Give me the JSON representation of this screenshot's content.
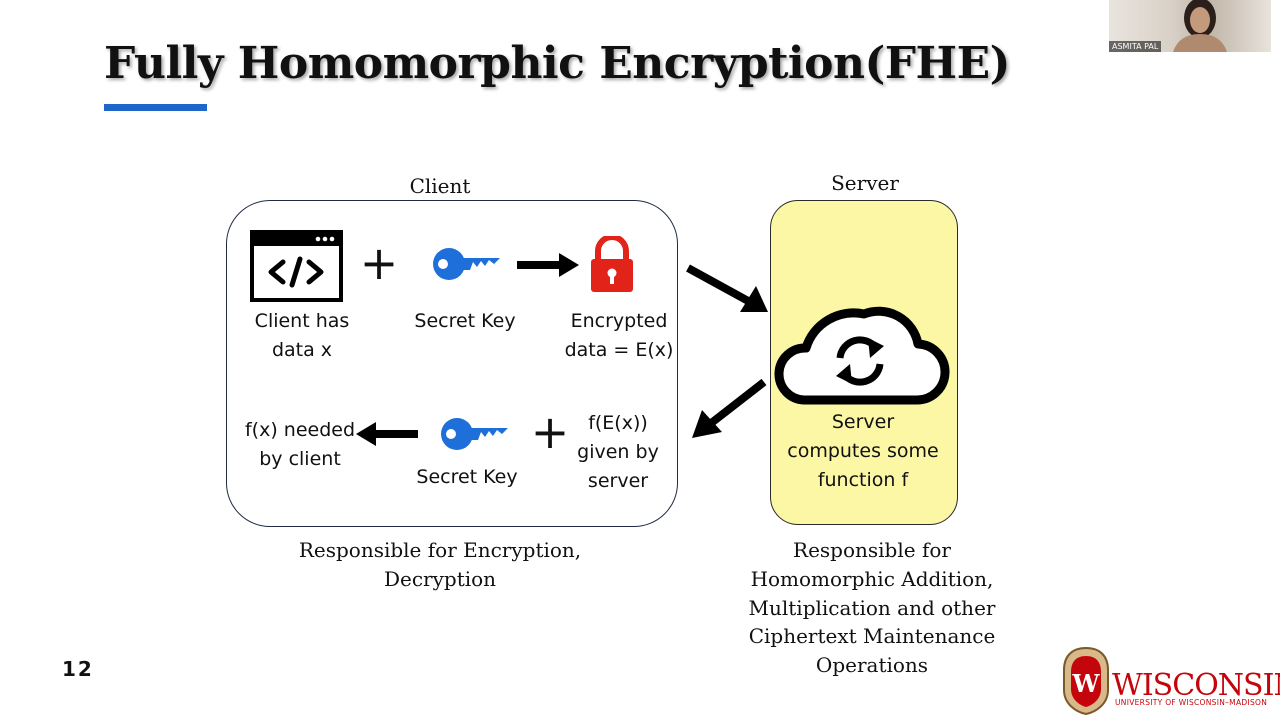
{
  "slide": {
    "title": "Fully Homomorphic Encryption(FHE)",
    "page_number": "12"
  },
  "client": {
    "label": "Client",
    "data_line1": "Client has",
    "data_line2": "data x",
    "secret_key_top": "Secret Key",
    "encrypted_line1": "Encrypted",
    "encrypted_line2": "data = E(x)",
    "result_line1": "f(x) needed",
    "result_line2": "by client",
    "secret_key_bottom": "Secret Key",
    "fex_line1": "f(E(x))",
    "fex_line2": "given by",
    "fex_line3": "server",
    "resp_line1": "Responsible for Encryption,",
    "resp_line2": "Decryption",
    "plus_top": "+",
    "plus_bottom": "+"
  },
  "server": {
    "label": "Server",
    "compute_line1": "Server",
    "compute_line2": "computes some",
    "compute_line3": "function f",
    "resp_line1": "Responsible for",
    "resp_line2": "Homomorphic Addition,",
    "resp_line3": "Multiplication and other",
    "resp_line4": "Ciphertext Maintenance",
    "resp_line5": "Operations"
  },
  "webcam": {
    "participant_name": "ASMITA PAL"
  },
  "logo": {
    "wordmark": "WISCONSIN",
    "subtitle": "UNIVERSITY OF WISCONSIN–MADISON",
    "crest_letter": "W"
  },
  "colors": {
    "accent_blue": "#1e66c8",
    "key_blue": "#1e6fd9",
    "lock_red": "#e2231a",
    "server_fill": "#fbf7a5",
    "uw_red": "#c5050c"
  },
  "icons": {
    "code_window": "code-window-icon",
    "key": "key-icon",
    "lock": "lock-icon",
    "cloud_sync": "cloud-sync-icon",
    "arrow": "arrow-icon"
  }
}
